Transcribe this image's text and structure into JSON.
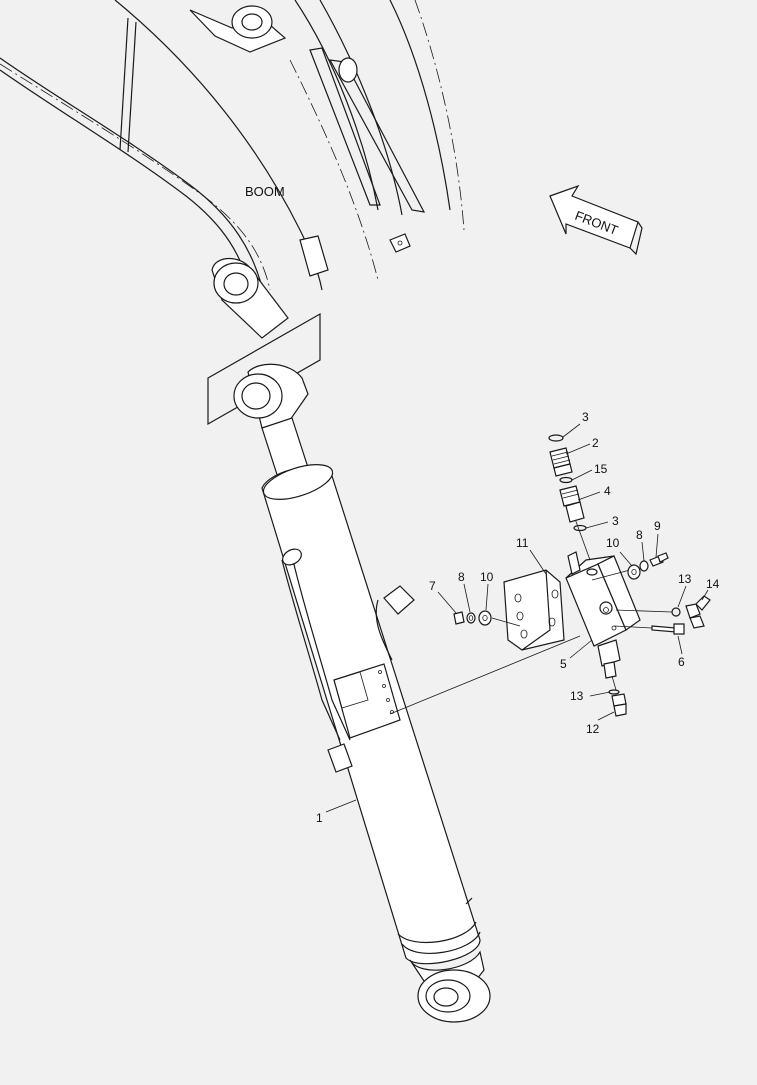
{
  "labels": {
    "boom": "BOOM",
    "front": "FRONT"
  },
  "callouts": [
    "1",
    "2",
    "3",
    "4",
    "5",
    "6",
    "7",
    "8",
    "9",
    "10",
    "11",
    "12",
    "13",
    "14",
    "15"
  ]
}
